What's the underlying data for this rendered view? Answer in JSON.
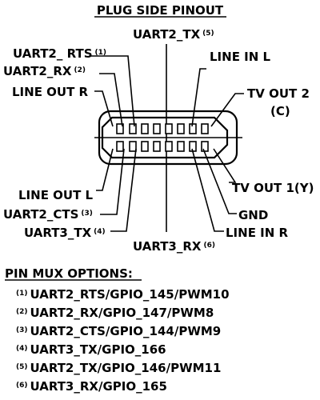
{
  "title": "PLUG SIDE PINOUT",
  "pin_labels": {
    "uart2_tx": {
      "text": "UART2_TX",
      "note": "(5)"
    },
    "uart2_rts": {
      "text": "UART2_ RTS",
      "note": "(1)"
    },
    "uart2_rx": {
      "text": "UART2_RX",
      "note": "(2)"
    },
    "line_in_l": {
      "text": "LINE IN L"
    },
    "line_out_r": {
      "text": "LINE OUT R"
    },
    "tv_out_2": {
      "text": "TV OUT 2"
    },
    "tv_out_2_sub": {
      "text": "(C)"
    },
    "tv_out_1": {
      "text": "TV OUT 1(Y)"
    },
    "line_out_l": {
      "text": "LINE OUT L"
    },
    "gnd": {
      "text": "GND"
    },
    "uart2_cts": {
      "text": "UART2_CTS",
      "note": "(3)"
    },
    "line_in_r": {
      "text": "LINE IN R"
    },
    "uart3_tx": {
      "text": "UART3_TX",
      "note": "(4)"
    },
    "uart3_rx": {
      "text": "UART3_RX",
      "note": "(6)"
    }
  },
  "mux_title": "PIN MUX OPTIONS:",
  "mux_options": [
    {
      "note": "(1)",
      "text": "UART2_RTS/GPIO_145/PWM10"
    },
    {
      "note": "(2)",
      "text": "UART2_RX/GPIO_147/PWM8"
    },
    {
      "note": "(3)",
      "text": "UART2_CTS/GPIO_144/PWM9"
    },
    {
      "note": "(4)",
      "text": "UART3_TX/GPIO_166"
    },
    {
      "note": "(5)",
      "text": "UART2_TX/GPIO_146/PWM11"
    },
    {
      "note": "(6)",
      "text": "UART3_RX/GPIO_165"
    }
  ]
}
